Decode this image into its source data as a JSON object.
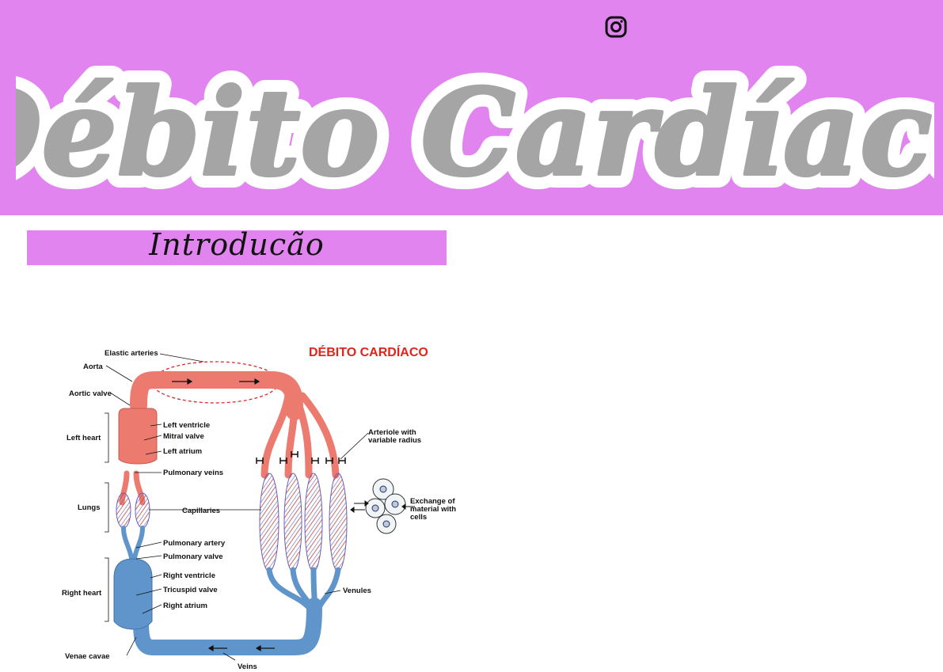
{
  "header": {
    "title": "Débito Cardíaco",
    "instagram_icon": "instagram-icon",
    "background_color": "#e184ef"
  },
  "section": {
    "title": "Introducão"
  },
  "diagram": {
    "title": "DÉBITO CARDÍACO",
    "title_color": "#e0241b",
    "labels": {
      "elastic_arteries": "Elastic arteries",
      "aorta": "Aorta",
      "aortic_valve": "Aortic valve",
      "left_heart": "Left heart",
      "left_ventricle": "Left ventricle",
      "mitral_valve": "Mitral valve",
      "left_atrium": "Left atrium",
      "pulmonary_veins": "Pulmonary veins",
      "lungs": "Lungs",
      "capillaries": "Capillaries",
      "pulmonary_artery": "Pulmonary artery",
      "pulmonary_valve": "Pulmonary valve",
      "right_heart": "Right heart",
      "right_ventricle": "Right ventricle",
      "tricuspid_valve": "Tricuspid valve",
      "right_atrium": "Right atrium",
      "venae_cavae": "Venae cavae",
      "veins": "Veins",
      "venules": "Venules",
      "arteriole_1": "Arteriole with",
      "arteriole_2": "variable radius",
      "exchange_1": "Exchange of",
      "exchange_2": "material with",
      "exchange_3": "cells"
    },
    "colors": {
      "arterial": "#ec7a6e",
      "venous": "#5f95cb"
    }
  }
}
